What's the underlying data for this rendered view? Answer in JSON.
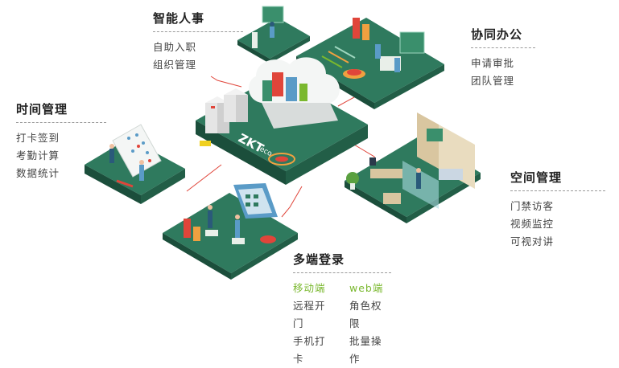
{
  "modules": {
    "smart_hr": {
      "title": "智能人事",
      "items": [
        "自助入职",
        "组织管理"
      ]
    },
    "collab_office": {
      "title": "协同办公",
      "items": [
        "申请审批",
        "团队管理"
      ]
    },
    "time_mgmt": {
      "title": "时间管理",
      "items": [
        "打卡签到",
        "考勤计算",
        "数据统计"
      ]
    },
    "space_mgmt": {
      "title": "空间管理",
      "items": [
        "门禁访客",
        "视频监控",
        "可视对讲"
      ]
    },
    "multi_login": {
      "title": "多端登录",
      "columns": [
        {
          "header": "移动端",
          "items": [
            "远程开门",
            "手机打卡"
          ]
        },
        {
          "header": "web端",
          "items": [
            "角色权限",
            "批量操作"
          ]
        }
      ]
    }
  },
  "center": {
    "logo_text": "ZKT",
    "sub_text": "eco"
  },
  "colors": {
    "platform_dark": "#1f5a45",
    "platform_top": "#2f7a5e",
    "accent_red": "#e0453a",
    "accent_green": "#7ab82e"
  }
}
